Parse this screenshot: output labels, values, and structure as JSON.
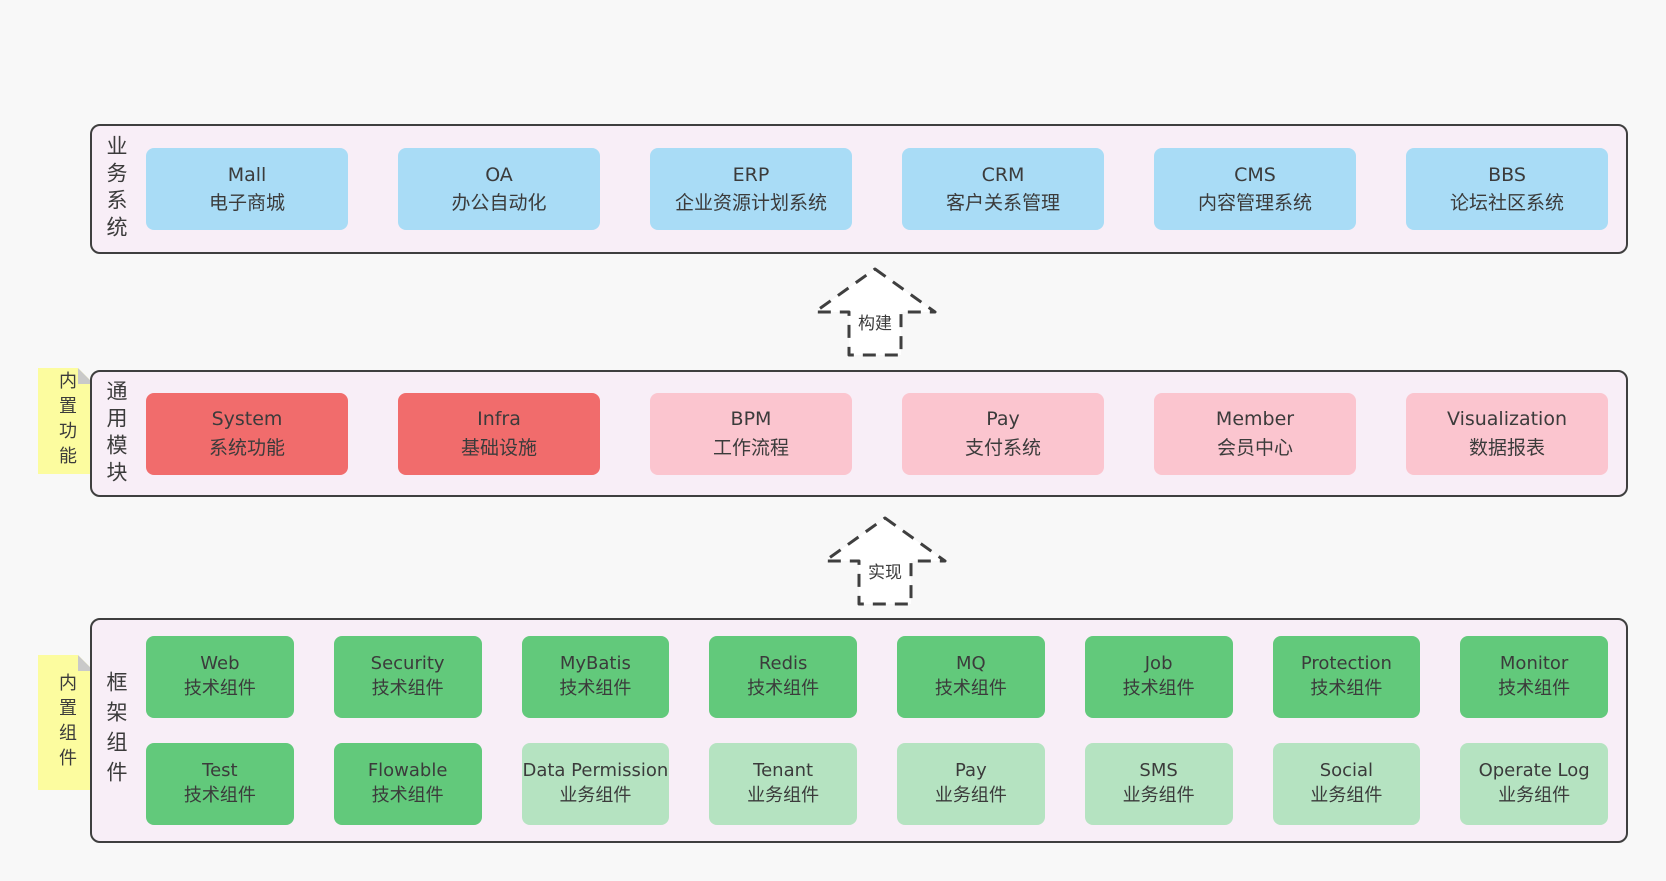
{
  "colors": {
    "page_bg": "#f8f8f8",
    "layer_bg": "#f8eef7",
    "layer_border": "#3f3f3f",
    "blue_box": "#a9dcf6",
    "red_box": "#f16c6c",
    "pink_box": "#fbc5cf",
    "green_box": "#62c97b",
    "light_green_box": "#b5e3c1",
    "sticky_yellow": "#fcfc9f",
    "sticky_fold_gray": "#c9c9c9",
    "text": "#3b3b3b"
  },
  "arrows": {
    "build": "构建",
    "implement": "实现"
  },
  "layers": {
    "business": {
      "label": "业务系统",
      "boxes": [
        {
          "title": "Mall",
          "subtitle": "电子商城"
        },
        {
          "title": "OA",
          "subtitle": "办公自动化"
        },
        {
          "title": "ERP",
          "subtitle": "企业资源计划系统"
        },
        {
          "title": "CRM",
          "subtitle": "客户关系管理"
        },
        {
          "title": "CMS",
          "subtitle": "内容管理系统"
        },
        {
          "title": "BBS",
          "subtitle": "论坛社区系统"
        }
      ]
    },
    "modules": {
      "label": "通用模块",
      "sticky": "内置功能",
      "boxes": [
        {
          "title": "System",
          "subtitle": "系统功能"
        },
        {
          "title": "Infra",
          "subtitle": "基础设施"
        },
        {
          "title": "BPM",
          "subtitle": "工作流程"
        },
        {
          "title": "Pay",
          "subtitle": "支付系统"
        },
        {
          "title": "Member",
          "subtitle": "会员中心"
        },
        {
          "title": "Visualization",
          "subtitle": "数据报表"
        }
      ]
    },
    "framework": {
      "label": "框架组件",
      "sticky": "内置组件",
      "row1": [
        {
          "title": "Web",
          "subtitle": "技术组件"
        },
        {
          "title": "Security",
          "subtitle": "技术组件"
        },
        {
          "title": "MyBatis",
          "subtitle": "技术组件"
        },
        {
          "title": "Redis",
          "subtitle": "技术组件"
        },
        {
          "title": "MQ",
          "subtitle": "技术组件"
        },
        {
          "title": "Job",
          "subtitle": "技术组件"
        },
        {
          "title": "Protection",
          "subtitle": "技术组件"
        },
        {
          "title": "Monitor",
          "subtitle": "技术组件"
        }
      ],
      "row2": [
        {
          "title": "Test",
          "subtitle": "技术组件"
        },
        {
          "title": "Flowable",
          "subtitle": "技术组件"
        },
        {
          "title": "Data Permission",
          "subtitle": "业务组件"
        },
        {
          "title": "Tenant",
          "subtitle": "业务组件"
        },
        {
          "title": "Pay",
          "subtitle": "业务组件"
        },
        {
          "title": "SMS",
          "subtitle": "业务组件"
        },
        {
          "title": "Social",
          "subtitle": "业务组件"
        },
        {
          "title": "Operate Log",
          "subtitle": "业务组件"
        }
      ]
    }
  }
}
